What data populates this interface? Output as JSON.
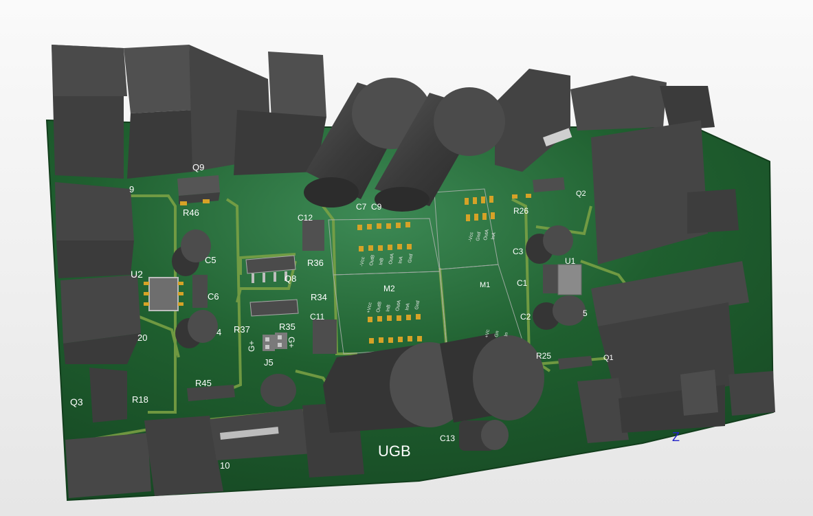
{
  "labels": {
    "q9": "Q9",
    "r46": "R46",
    "c5": "C5",
    "u2": "U2",
    "c6": "C6",
    "c4": "4",
    "r20": "20",
    "q3": "Q3",
    "r18": "R18",
    "r45": "R45",
    "r10": "10",
    "c12": "C12",
    "r36": "R36",
    "q8": "Q8",
    "r34": "R34",
    "r37": "R37",
    "r35": "R35",
    "gplus_a": "G+",
    "gplus_b": "G+",
    "j5": "J5",
    "c11": "C11",
    "c7c9": "C7  C9",
    "m2": "M2",
    "m1": "M1",
    "r26": "R26",
    "q2": "Q2",
    "c3": "C3",
    "u1": "U1",
    "c1": "C1",
    "c2": "C2",
    "c_right": "5",
    "r25": "R25",
    "q1": "Q1",
    "c13": "C13",
    "brand": "UGB",
    "r_left9": "9"
  },
  "m2_pins": [
    "+Vcc",
    "OutB",
    "InB",
    "OutA",
    "InA",
    "Gnd"
  ],
  "top_pins": [
    "-Vcc",
    "OutB",
    "InB",
    "OutA",
    "InA",
    "Gnd"
  ],
  "m1_pins": [
    "-Vcc",
    "Gnd",
    "OutA",
    "InA"
  ],
  "m1_bottom_pins": [
    "+Vc",
    "Gn",
    "In"
  ],
  "axis_label": "Z",
  "colors": {
    "board": "#1d5a2c",
    "board_light": "#2f7a45",
    "trace": "#6f9a3e",
    "component": "#4a4a4a",
    "component_top": "#5a5a5a",
    "pad": "#d6a227",
    "silkscreen": "#ffffff"
  }
}
